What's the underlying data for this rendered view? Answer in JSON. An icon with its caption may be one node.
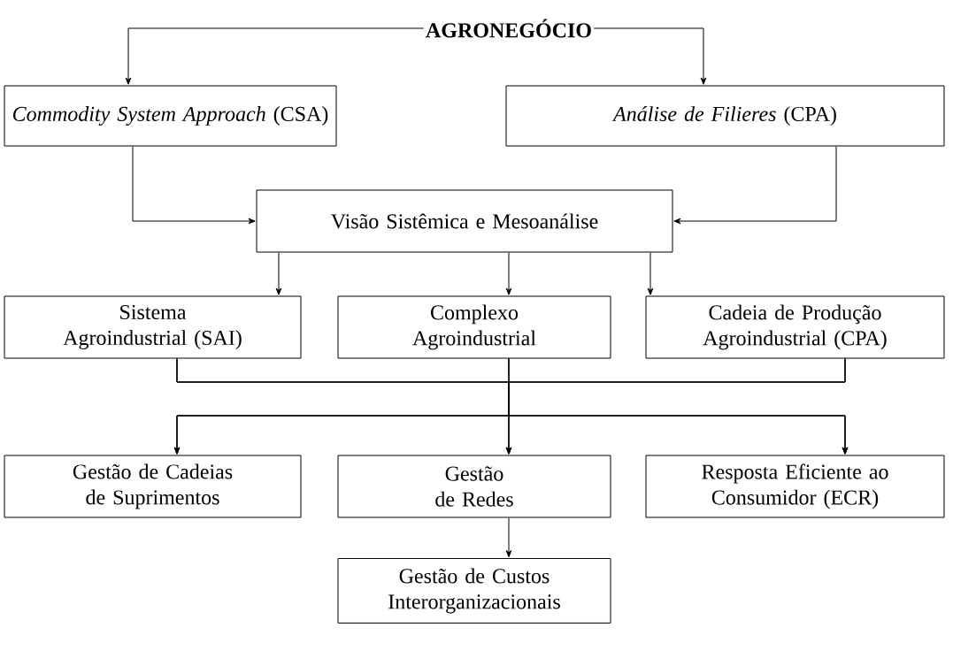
{
  "diagram": {
    "nodes": [
      {
        "text": [
          "AGRONEGÓCIO"
        ]
      },
      {
        "text": [
          "*Commodity System Approach* (CSA)"
        ]
      },
      {
        "text": [
          "*Análise de Filieres* (CPA)"
        ]
      },
      {
        "text": [
          "Visão Sistêmica e Mesoanálise"
        ]
      },
      {
        "text": [
          "Sistema Agroindustrial (SAI)"
        ]
      },
      {
        "text": [
          "Complexo Agroindustrial"
        ]
      },
      {
        "text": [
          "Cadeia de Produção Agroindustrial (CPA)"
        ]
      },
      {
        "text": [
          "Gestão de Cadeias de Suprimentos"
        ]
      },
      {
        "text": [
          "Gestão de Redes"
        ]
      },
      {
        "text": [
          "Resposta Eficiente ao Consumidor (ECR)"
        ]
      },
      {
        "text": [
          "Gestão de Custos Interorganizacionais"
        ]
      }
    ],
    "edges": [
      {
        "from": 0,
        "to": 1,
        "arrow": "to"
      },
      {
        "from": 0,
        "to": 2,
        "arrow": "to"
      },
      {
        "from": 1,
        "to": 3,
        "arrow": "to"
      },
      {
        "from": 2,
        "to": 3,
        "arrow": "to"
      },
      {
        "from": 3,
        "to": 4,
        "arrow": "to"
      },
      {
        "from": 3,
        "to": 5,
        "arrow": "to"
      },
      {
        "from": 3,
        "to": 6,
        "arrow": "to"
      },
      {
        "from": 4,
        "to": 7,
        "arrow": "to"
      },
      {
        "from": 4,
        "to": 8,
        "arrow": "to"
      },
      {
        "from": 4,
        "to": 9,
        "arrow": "to"
      },
      {
        "from": 5,
        "to": 7,
        "arrow": "to"
      },
      {
        "from": 5,
        "to": 8,
        "arrow": "to"
      },
      {
        "from": 5,
        "to": 9,
        "arrow": "to"
      },
      {
        "from": 6,
        "to": 7,
        "arrow": "to"
      },
      {
        "from": 6,
        "to": 8,
        "arrow": "to"
      },
      {
        "from": 6,
        "to": 9,
        "arrow": "to"
      },
      {
        "from": 8,
        "to": 10,
        "arrow": "to"
      }
    ]
  }
}
